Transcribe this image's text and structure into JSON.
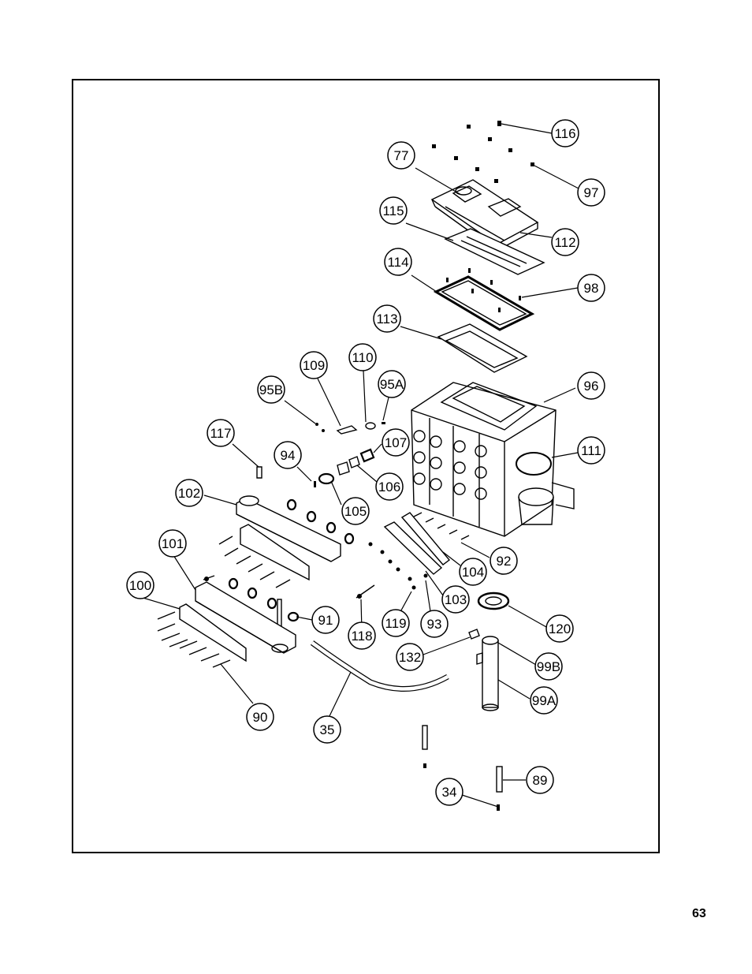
{
  "page": {
    "number": "63"
  },
  "callouts": [
    {
      "label": "116"
    },
    {
      "label": "77"
    },
    {
      "label": "97"
    },
    {
      "label": "115"
    },
    {
      "label": "112"
    },
    {
      "label": "114"
    },
    {
      "label": "98"
    },
    {
      "label": "113"
    },
    {
      "label": "109"
    },
    {
      "label": "110"
    },
    {
      "label": "95A"
    },
    {
      "label": "95B"
    },
    {
      "label": "96"
    },
    {
      "label": "117"
    },
    {
      "label": "94"
    },
    {
      "label": "107"
    },
    {
      "label": "111"
    },
    {
      "label": "106"
    },
    {
      "label": "102"
    },
    {
      "label": "105"
    },
    {
      "label": "101"
    },
    {
      "label": "92"
    },
    {
      "label": "104"
    },
    {
      "label": "100"
    },
    {
      "label": "103"
    },
    {
      "label": "91"
    },
    {
      "label": "119"
    },
    {
      "label": "93"
    },
    {
      "label": "118"
    },
    {
      "label": "120"
    },
    {
      "label": "132"
    },
    {
      "label": "99B"
    },
    {
      "label": "99A"
    },
    {
      "label": "90"
    },
    {
      "label": "35"
    },
    {
      "label": "89"
    },
    {
      "label": "34"
    }
  ]
}
